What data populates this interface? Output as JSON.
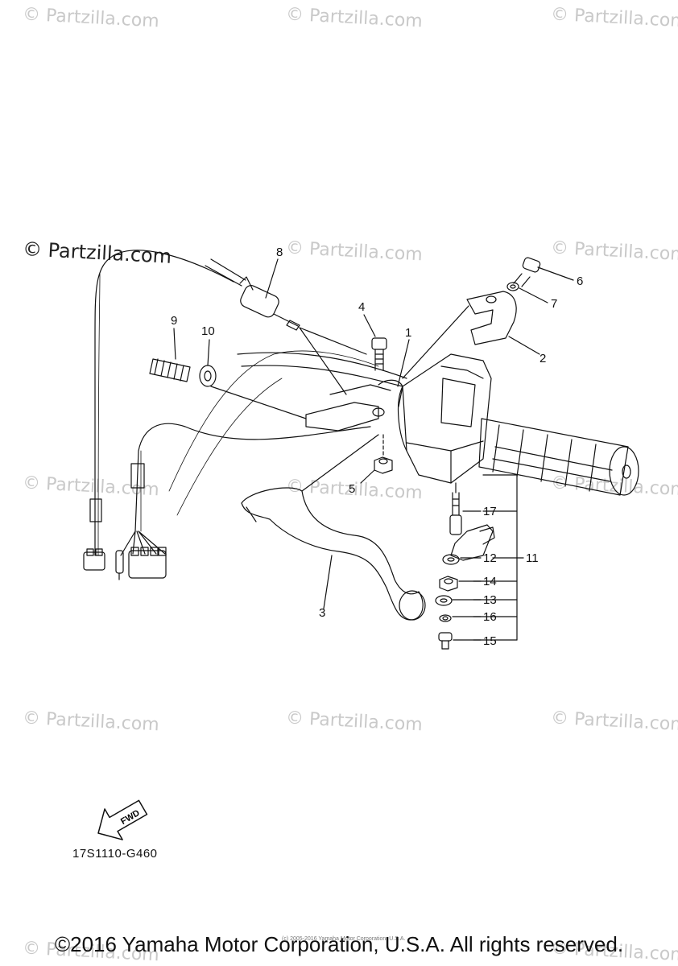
{
  "watermark": {
    "text": "© Partzilla.com",
    "featured_text": "© Partzilla.com"
  },
  "callouts": [
    "1",
    "2",
    "3",
    "4",
    "5",
    "6",
    "7",
    "8",
    "9",
    "10",
    "11",
    "12",
    "13",
    "14",
    "15",
    "16",
    "17"
  ],
  "fwd_label": "FWD",
  "diagram_code": "17S1110-G460",
  "copyright": "©2016 Yamaha Motor Corporation, U.S.A. All rights reserved.",
  "copyright_small": "(c) 2005-2016 Yamaha Motor Corporation, U.S.A."
}
